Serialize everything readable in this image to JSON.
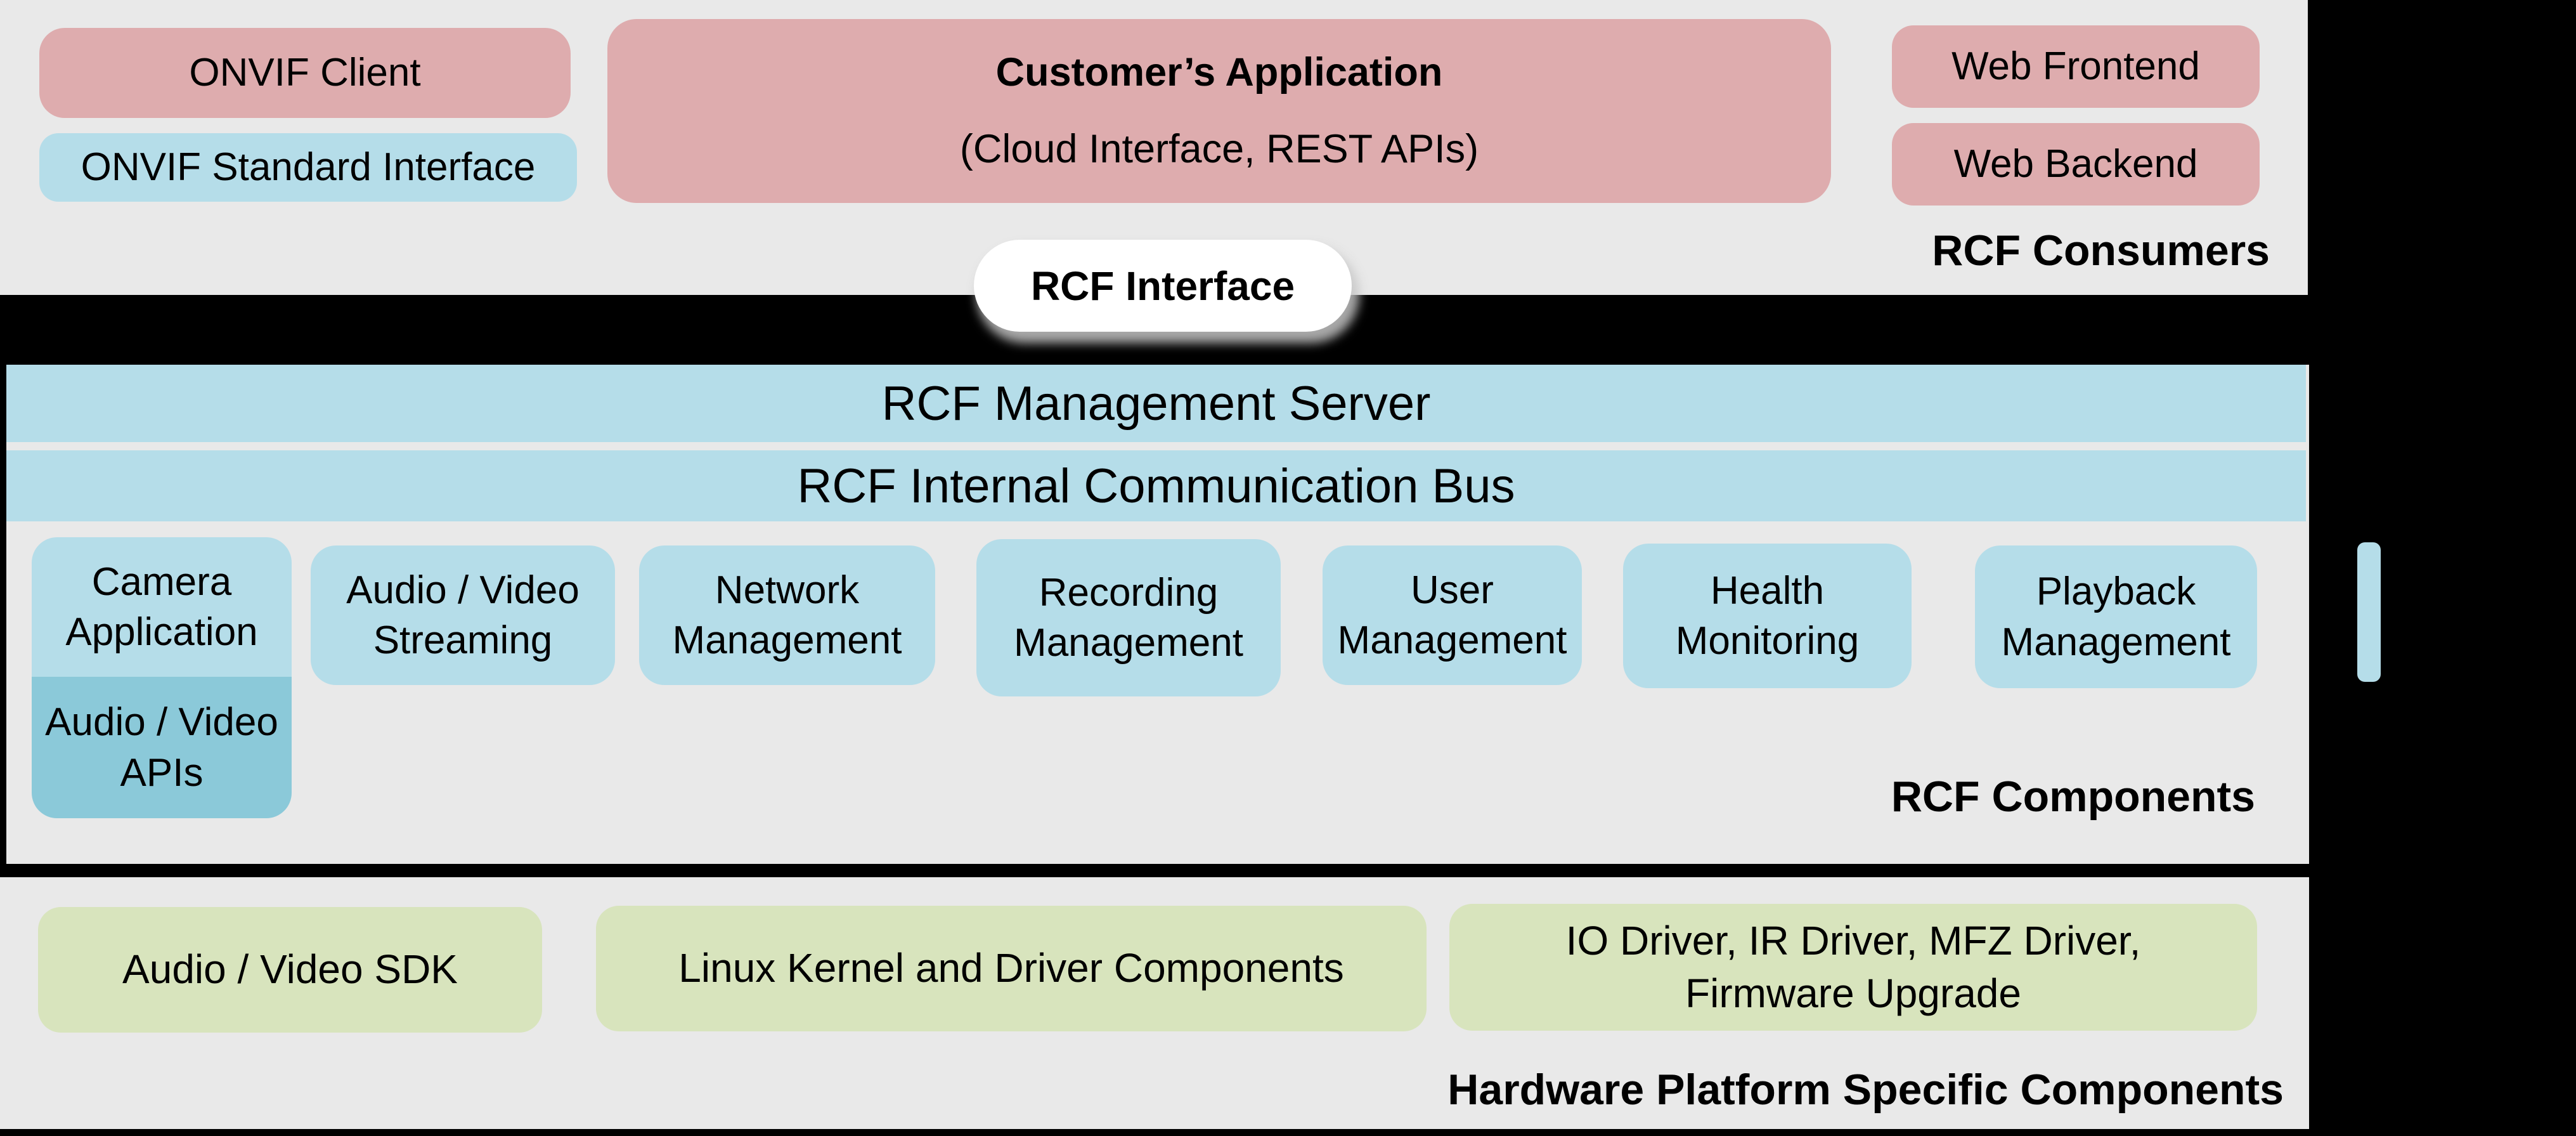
{
  "colors": {
    "background": "#000000",
    "panel_gray": "#e9e9e9",
    "consumer_pink": "#deacae",
    "component_blue": "#b5dde9",
    "api_dark_blue": "#8bc9d9",
    "hardware_green": "#d8e4bd",
    "pill_white": "#ffffff"
  },
  "consumers": {
    "onvif_client": "ONVIF Client",
    "onvif_standard_interface": "ONVIF Standard Interface",
    "customer_app_title": "Customer’s Application",
    "customer_app_subtitle": "(Cloud Interface, REST APIs)",
    "web_frontend": "Web Frontend",
    "web_backend": "Web Backend",
    "layer_label": "RCF Consumers"
  },
  "rcf_interface": {
    "label": "RCF Interface"
  },
  "components": {
    "management_server": "RCF Management Server",
    "communication_bus": "RCF Internal Communication Bus",
    "modules": [
      "Camera\nApplication",
      "Audio / Video\nStreaming",
      "Network\nManagement",
      "Recording\nManagement",
      "User\nManagement",
      "Health\nMonitoring",
      "Playback\nManagement"
    ],
    "av_apis": "Audio / Video\nAPIs",
    "layer_label": "RCF Components"
  },
  "hardware": {
    "av_sdk": "Audio / Video SDK",
    "linux_kernel": "Linux Kernel and Driver Components",
    "io_drivers": "IO Driver, IR Driver, MFZ Driver,\nFirmware Upgrade",
    "layer_label": "Hardware Platform Specific Components"
  }
}
